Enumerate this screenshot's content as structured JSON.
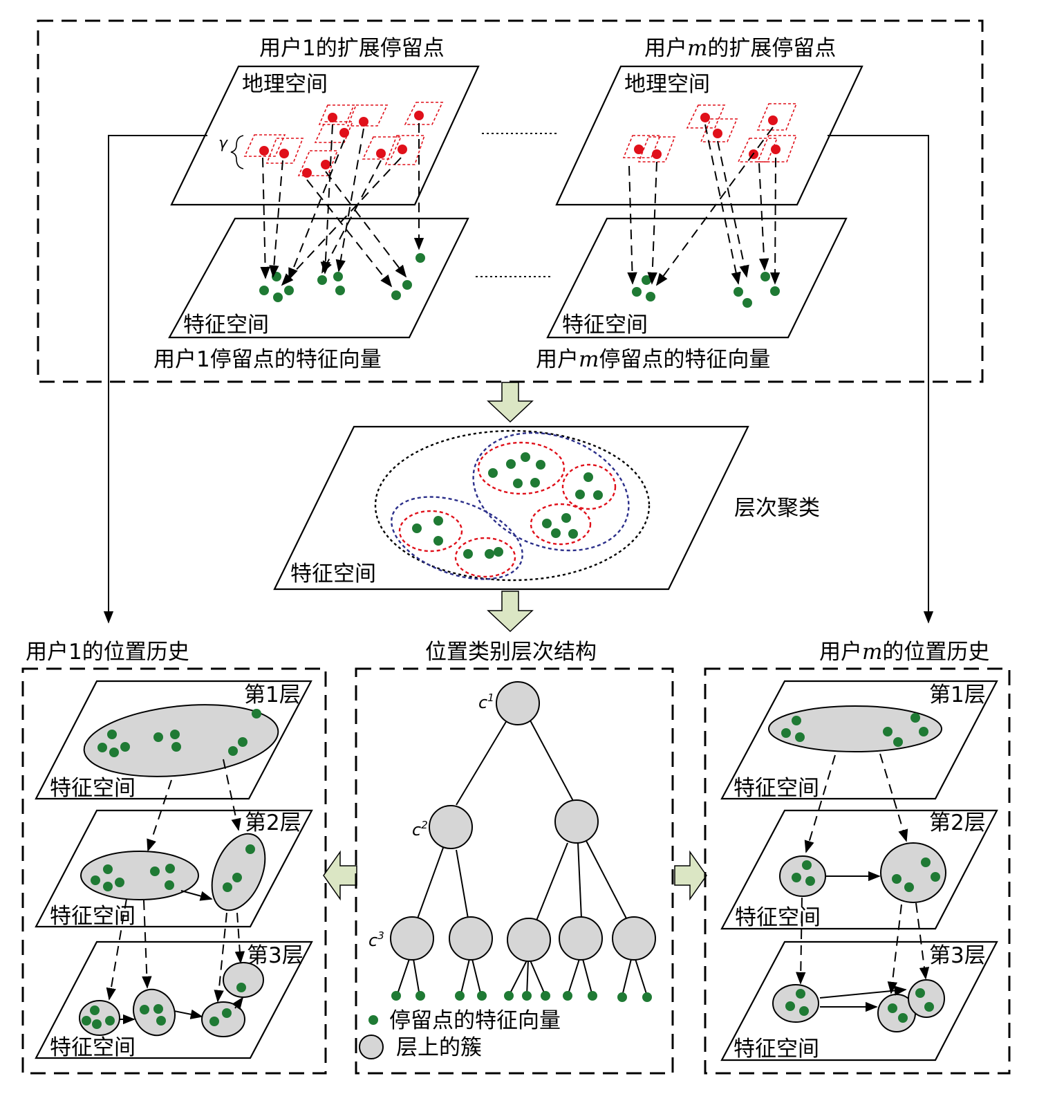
{
  "top_panel": {
    "user1_expanded_title": "用户1的扩展停留点",
    "userm_expanded_title_prefix": "用户",
    "userm_expanded_title_var": "m",
    "userm_expanded_title_suffix": "的扩展停留点",
    "geo_space_label": "地理空间",
    "feature_space_label": "特征空间",
    "gamma_symbol": "γ",
    "user1_vectors_caption": "用户1停留点的特征向量",
    "userm_vectors_caption_prefix": "用户",
    "userm_vectors_caption_var": "m",
    "userm_vectors_caption_suffix": "停留点的特征向量"
  },
  "middle_panel": {
    "feature_space_label": "特征空间",
    "clustering_label": "层次聚类"
  },
  "bottom_panels": {
    "user1_history_title": "用户1的位置历史",
    "hierarchy_title": "位置类别层次结构",
    "userm_history_prefix": "用户",
    "userm_history_var": "m",
    "userm_history_suffix": "的位置历史",
    "layer1": "第1层",
    "layer2": "第2层",
    "layer3": "第3层",
    "feature_space_label": "特征空间",
    "c_symbol": "c",
    "c1_sup": "1",
    "c2_sup": "2",
    "c3_sup": "3"
  },
  "legend": {
    "dot_label": "停留点的特征向量",
    "cluster_label": "层上的簇"
  },
  "colors": {
    "dot_green": "#1f7a34",
    "dot_red": "#e0101a",
    "cluster_red": "#e0101a",
    "cluster_blue": "#2b2f8a",
    "cluster_fill": "#d6d6d6",
    "arrow_fill": "#dbe6c4"
  }
}
